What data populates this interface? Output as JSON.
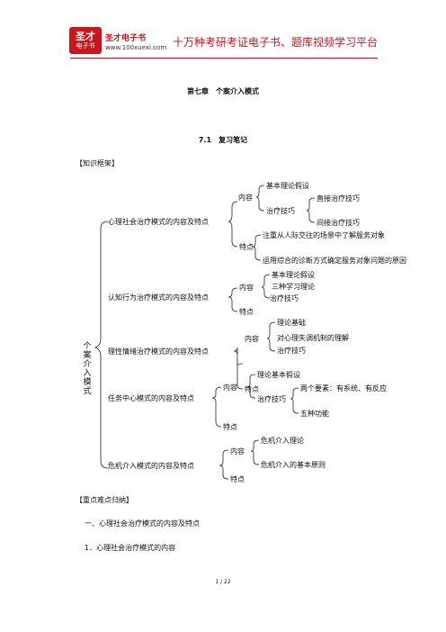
{
  "header": {
    "logo_top": "圣才",
    "logo_bottom": "电子书",
    "brand": "圣才电子书",
    "url": "www.100xuexi.com",
    "slogan": "十万种考研考证电子书、题库视频学习平台"
  },
  "chapter_title": "第七章　个案介入模式",
  "section_title": "7.1　复习笔记",
  "framework_label": "【知识框架】",
  "mindmap": {
    "root": "个案介入模式",
    "m1": {
      "label": "心理社会治疗模式的内容及特点",
      "content": "内容",
      "basic": "基本理论假设",
      "tech": "治疗技巧",
      "direct": "直接治疗技巧",
      "indirect": "间接治疗技巧",
      "feature": "特点",
      "f1": "注重从人际交往的场景中了解服务对象",
      "f2": "运用综合的诊断方式确定服务对象问题的原因"
    },
    "m2": {
      "label": "认知行为治疗模式的内容及特点",
      "content": "内容",
      "c1": "基本理论假设",
      "c2": "三种学习理论",
      "c3": "治疗技巧",
      "feature": "特点"
    },
    "m3": {
      "label": "理性情绪治疗模式的内容及特点",
      "content": "内容",
      "c1": "理论基础",
      "c2": "对心理失调机制的理解",
      "c3": "治疗技巧",
      "feature": "特点"
    },
    "m4": {
      "label": "任务中心模式的内容及特点",
      "content": "内容",
      "basic": "理论基本假设",
      "tech": "治疗技巧",
      "t1": "两个要素：有系统、有反应",
      "t2": "五种功能",
      "feature": "特点"
    },
    "m5": {
      "label": "危机介入模式的内容及特点",
      "content": "内容",
      "c1": "危机介入理论",
      "c2": "危机介入的基本原则",
      "feature": "特点"
    }
  },
  "key_label": "【重点难点归纳】",
  "heading1": "一、心理社会治疗模式的内容及特点",
  "heading2": "1．心理社会治疗模式的内容",
  "page_number": "1 / 22"
}
